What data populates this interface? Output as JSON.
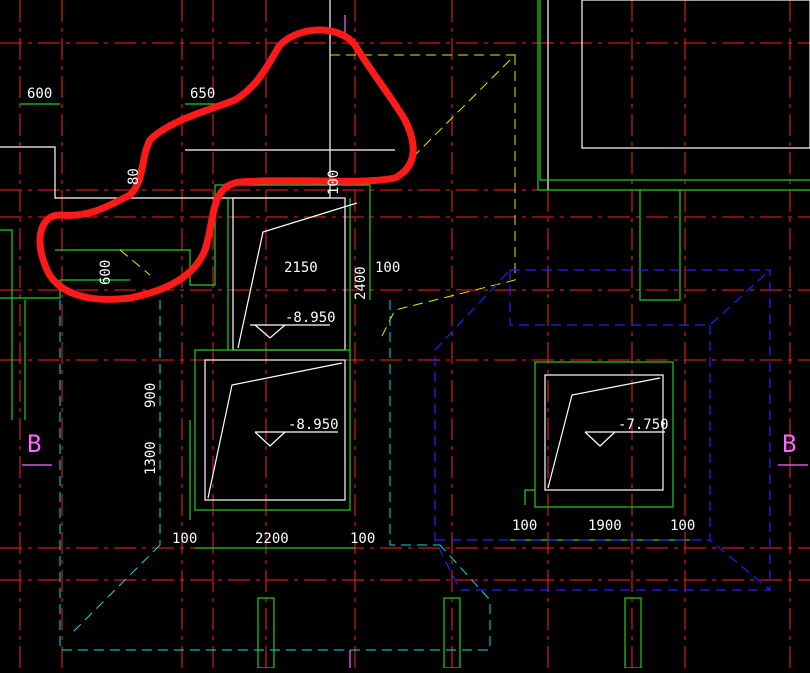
{
  "dimensions": {
    "top_left_600": "600",
    "top_650": "650",
    "red_outline_partial": "80",
    "left_600": "600",
    "col_top": "100",
    "pit_width": "2150",
    "pit_depth": "2400",
    "right_100": "100",
    "left_900": "900",
    "left_1300": "1300",
    "bottom_left_100": "100",
    "bottom_2200": "2200",
    "bottom_100b": "100",
    "right_left_100": "100",
    "right_1900": "1900",
    "right_right_100": "100"
  },
  "elevations": {
    "pit_upper": "-8.950",
    "pit_lower": "-8.950",
    "pit_right": "-7.750"
  },
  "grid_labels": {
    "left": "B",
    "right": "B"
  },
  "colors": {
    "background": "#000000",
    "axis_red": "#ff2020",
    "outline_white": "#ffffff",
    "green": "#22cc22",
    "yellow": "#e6e600",
    "cyan": "#00e0e0",
    "blue": "#2020ff",
    "markup_red": "#ff1a1a",
    "magenta": "#ff66ff"
  }
}
